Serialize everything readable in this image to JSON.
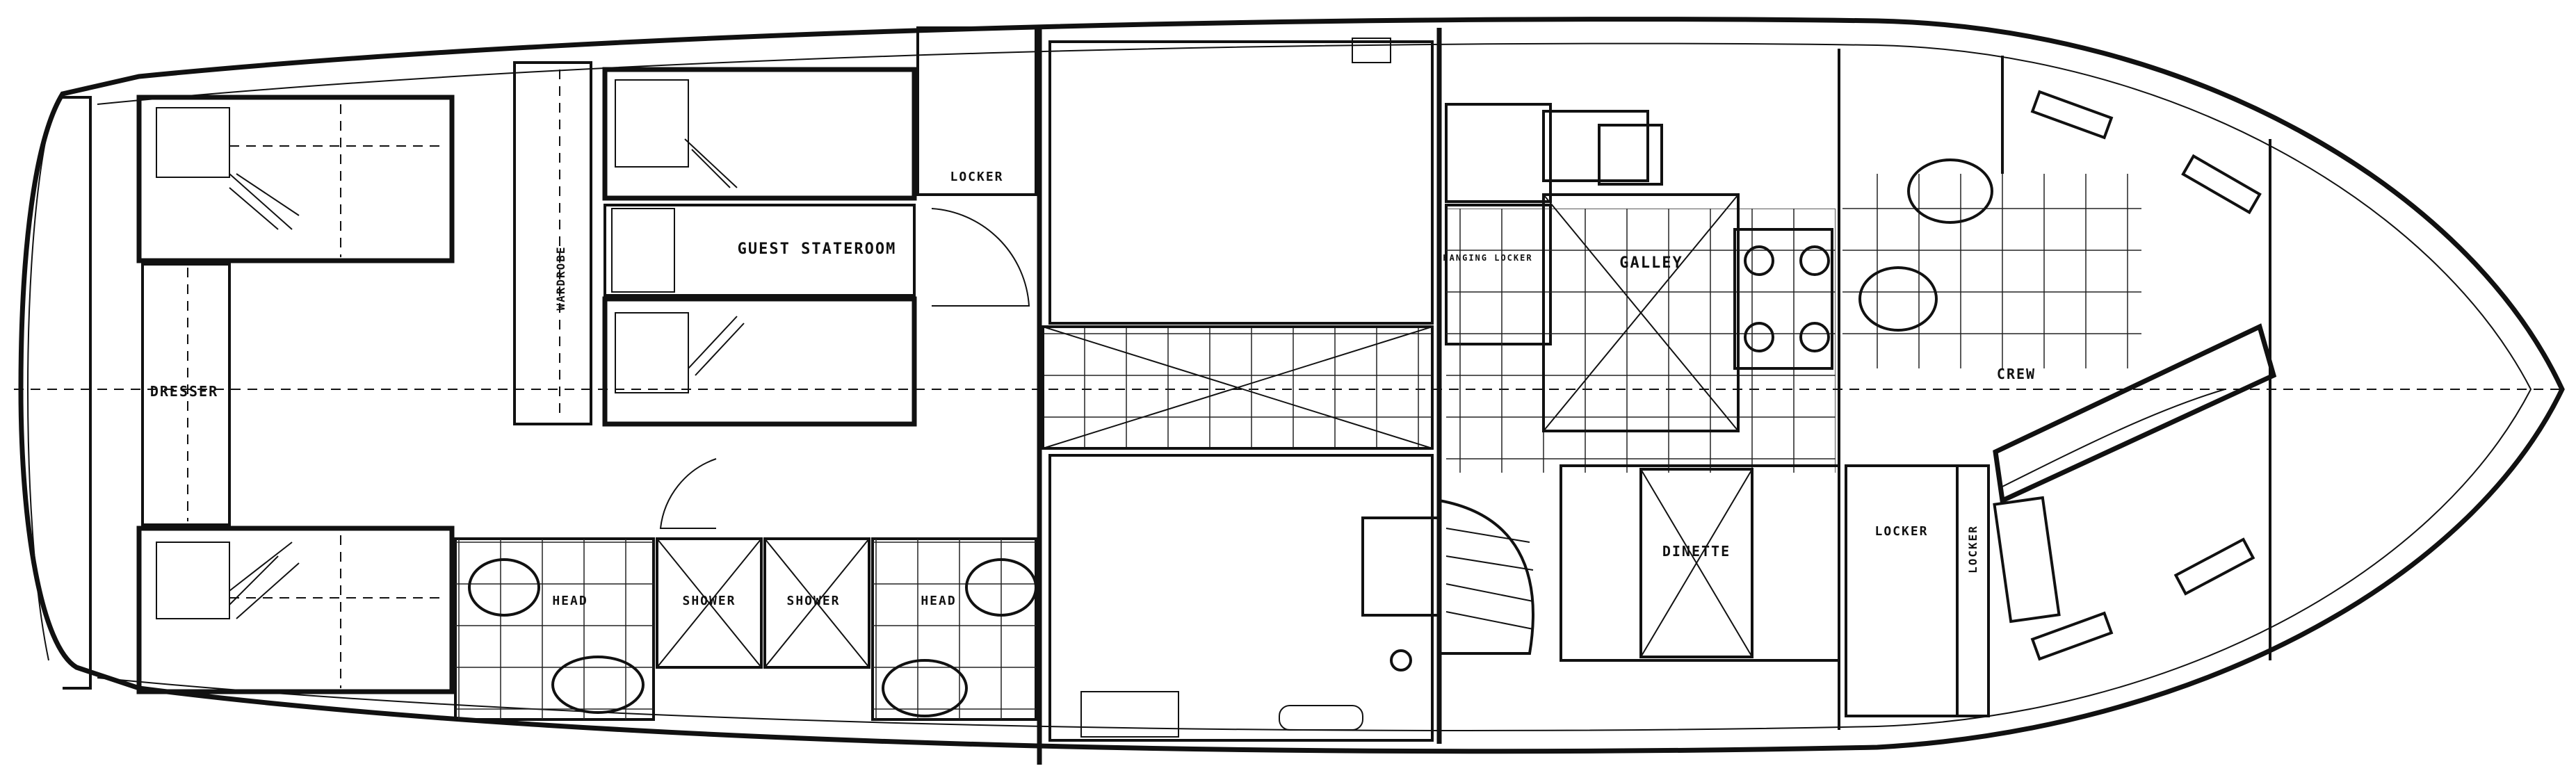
{
  "labels": {
    "guest_stateroom": "GUEST STATEROOM",
    "locker_top": "LOCKER",
    "dresser": "DRESSER",
    "head_left": "HEAD",
    "shower_left": "SHOWER",
    "shower_right": "SHOWER",
    "head_right": "HEAD",
    "galley": "GALLEY",
    "dinette": "DINETTE",
    "crew": "CREW",
    "locker_lower": "LOCKER",
    "locker_vertical": "LOCKER",
    "hanging_locker": "HANGING LOCKER",
    "wardrobe": "WARDROBE"
  }
}
